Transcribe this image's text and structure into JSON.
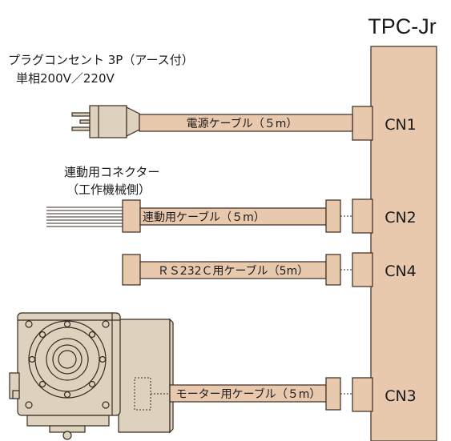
{
  "controller": {
    "name": "TPC-Jr"
  },
  "colors": {
    "body": "#e9c9ae",
    "stroke": "#3a2a20",
    "motor": "#ddd2bd",
    "ink": "#1a1a1a"
  },
  "connectors": {
    "cn1": "CN1",
    "cn2": "CN2",
    "cn4": "CN4",
    "cn3": "CN3"
  },
  "cables": {
    "power": "電源ケーブル（５m）",
    "interlock": "連動用ケーブル（５m）",
    "rs232c": "ＲＳ232Ｃ用ケーブル（5m）",
    "motor": "モーター用ケーブル（５m）"
  },
  "plug": {
    "line1": "プラグコンセント 3P（アース付）",
    "line2": "単相200V／220V"
  },
  "interlock_connector": {
    "line1": "連動用コネクター",
    "line2": "（工作機械側）"
  },
  "icons": {
    "plug": "power-plug-icon",
    "wires": "loose-wires-icon",
    "motor": "rotary-table-motor-icon"
  }
}
